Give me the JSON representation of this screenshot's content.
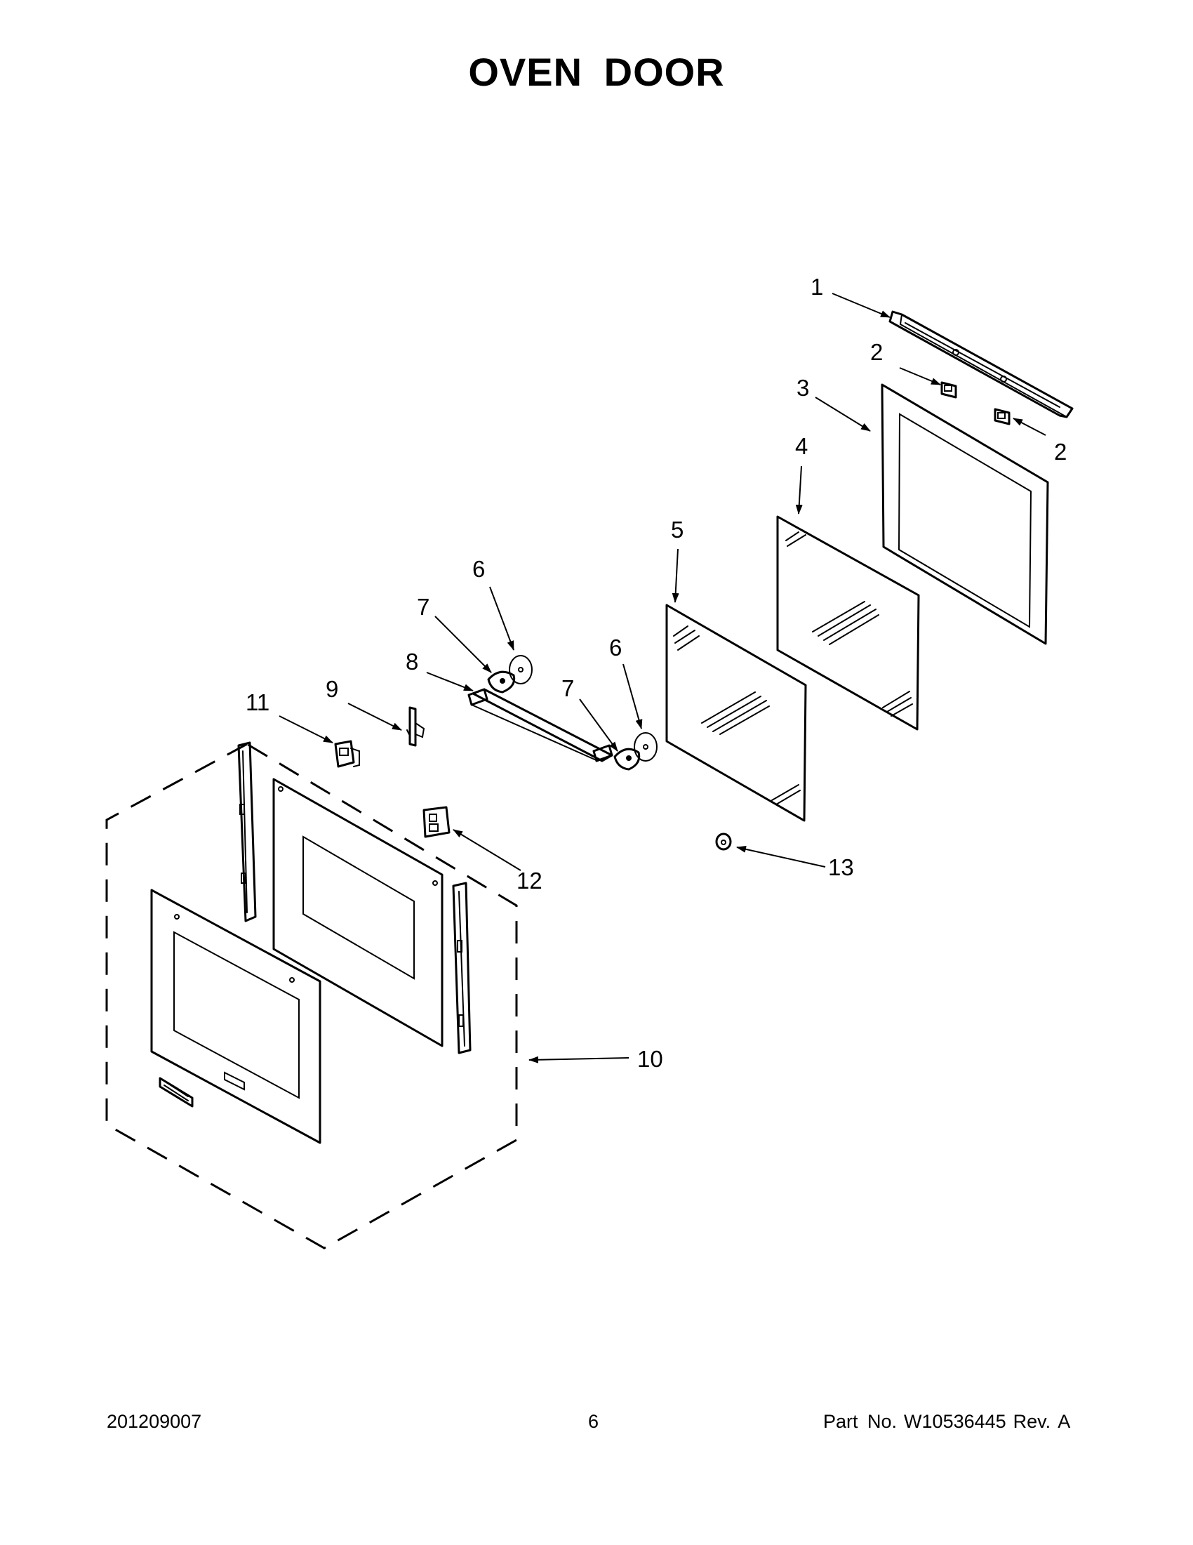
{
  "title": "OVEN DOOR",
  "callouts": {
    "c1": "1",
    "c2a": "2",
    "c2b": "2",
    "c3": "3",
    "c4": "4",
    "c5": "5",
    "c6a": "6",
    "c6b": "6",
    "c7a": "7",
    "c7b": "7",
    "c8": "8",
    "c9": "9",
    "c10": "10",
    "c11": "11",
    "c12": "12",
    "c13": "13"
  },
  "footer": {
    "date_code": "201209007",
    "page_number": "6",
    "part_label": "Part No.",
    "part_number": "W10536445",
    "rev_label": "Rev.",
    "rev_value": "A"
  }
}
